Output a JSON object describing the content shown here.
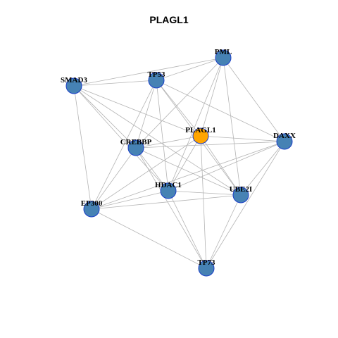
{
  "title": "PLAGL1",
  "colors": {
    "node_fill": "#4682B4",
    "node_stroke": "#1a3ec8",
    "focus_fill": "#FFA500",
    "edge": "#b4b4b4"
  },
  "nodes": [
    {
      "id": "PML",
      "label": "PML",
      "type": "neighbor"
    },
    {
      "id": "TP53",
      "label": "TP53",
      "type": "neighbor"
    },
    {
      "id": "SMAD3",
      "label": "SMAD3",
      "type": "neighbor"
    },
    {
      "id": "PLAGL1",
      "label": "PLAGL1",
      "type": "focus"
    },
    {
      "id": "CREBBP",
      "label": "CREBBP",
      "type": "neighbor"
    },
    {
      "id": "DAXX",
      "label": "DAXX",
      "type": "neighbor"
    },
    {
      "id": "HDAC1",
      "label": "HDAC1",
      "type": "neighbor"
    },
    {
      "id": "UBE2I",
      "label": "UBE2I",
      "type": "neighbor"
    },
    {
      "id": "EP300",
      "label": "EP300",
      "type": "neighbor"
    },
    {
      "id": "TP73",
      "label": "TP73",
      "type": "neighbor"
    }
  ],
  "edges": [
    [
      "SMAD3",
      "PML"
    ],
    [
      "SMAD3",
      "TP53"
    ],
    [
      "SMAD3",
      "PLAGL1"
    ],
    [
      "SMAD3",
      "EP300"
    ],
    [
      "SMAD3",
      "HDAC1"
    ],
    [
      "SMAD3",
      "UBE2I"
    ],
    [
      "SMAD3",
      "CREBBP"
    ],
    [
      "PML",
      "TP53"
    ],
    [
      "PML",
      "CREBBP"
    ],
    [
      "PML",
      "PLAGL1"
    ],
    [
      "PML",
      "DAXX"
    ],
    [
      "PML",
      "UBE2I"
    ],
    [
      "PML",
      "HDAC1"
    ],
    [
      "TP53",
      "CREBBP"
    ],
    [
      "TP53",
      "PLAGL1"
    ],
    [
      "TP53",
      "DAXX"
    ],
    [
      "TP53",
      "HDAC1"
    ],
    [
      "TP53",
      "UBE2I"
    ],
    [
      "TP53",
      "EP300"
    ],
    [
      "CREBBP",
      "PLAGL1"
    ],
    [
      "CREBBP",
      "DAXX"
    ],
    [
      "CREBBP",
      "EP300"
    ],
    [
      "CREBBP",
      "HDAC1"
    ],
    [
      "CREBBP",
      "UBE2I"
    ],
    [
      "CREBBP",
      "TP73"
    ],
    [
      "PLAGL1",
      "DAXX"
    ],
    [
      "PLAGL1",
      "HDAC1"
    ],
    [
      "PLAGL1",
      "UBE2I"
    ],
    [
      "PLAGL1",
      "EP300"
    ],
    [
      "PLAGL1",
      "TP73"
    ],
    [
      "DAXX",
      "HDAC1"
    ],
    [
      "DAXX",
      "UBE2I"
    ],
    [
      "DAXX",
      "TP73"
    ],
    [
      "DAXX",
      "EP300"
    ],
    [
      "HDAC1",
      "EP300"
    ],
    [
      "HDAC1",
      "UBE2I"
    ],
    [
      "HDAC1",
      "TP73"
    ],
    [
      "UBE2I",
      "EP300"
    ],
    [
      "UBE2I",
      "TP73"
    ],
    [
      "EP300",
      "TP73"
    ]
  ]
}
